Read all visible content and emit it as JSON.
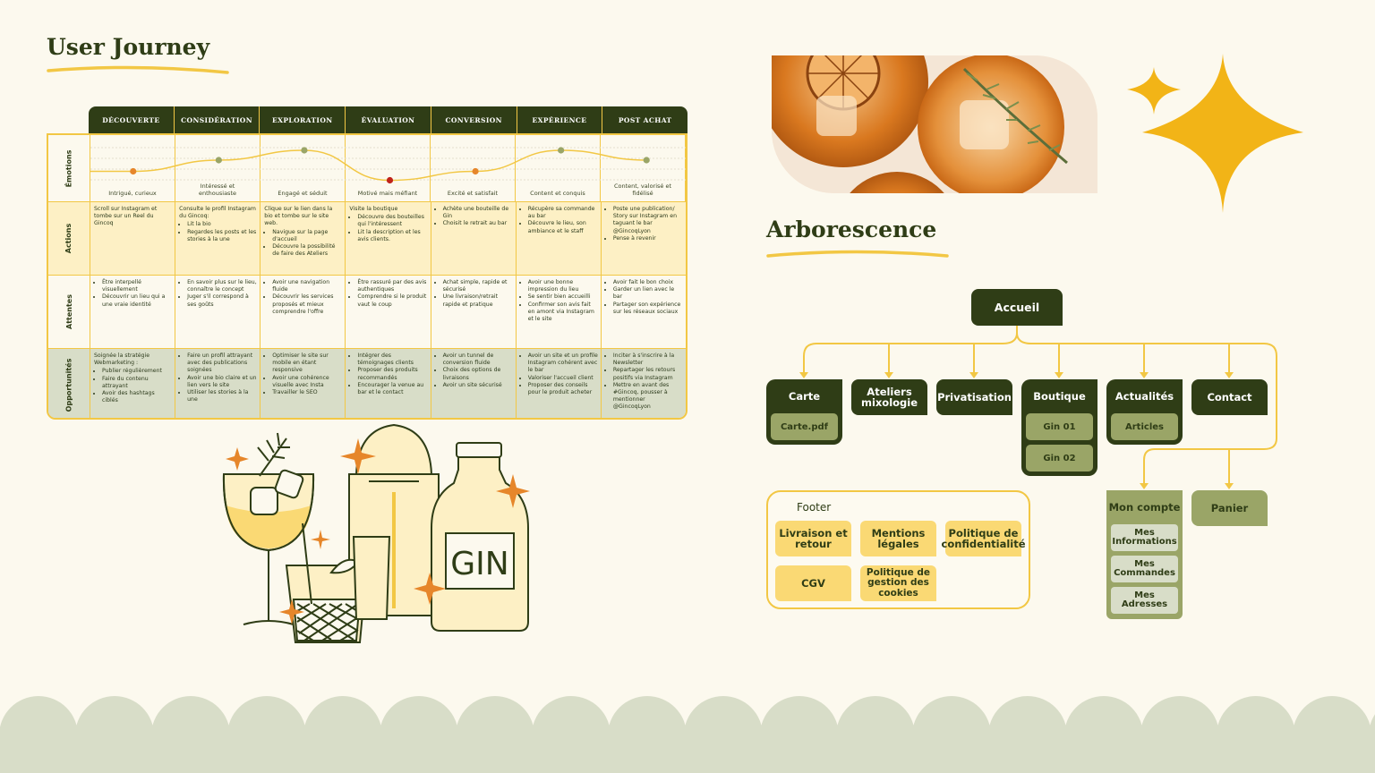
{
  "titles": {
    "user_journey": "User Journey",
    "arborescence": "Arborescence"
  },
  "stages": [
    "DÉCOUVERTE",
    "CONSIDÉRATION",
    "EXPLORATION",
    "ÉVALUATION",
    "CONVERSION",
    "EXPÉRIENCE",
    "POST ACHAT"
  ],
  "row_labels": {
    "emotions": "Émotions",
    "actions": "Actions",
    "attentes": "Attentes",
    "opportunites": "Opportunités"
  },
  "emotion_labels": [
    "Intrigué, curieux",
    "Intéressé et enthousiaste",
    "Engagé et séduit",
    "Motivé mais méfiant",
    "Excité et satisfait",
    "Content et conquis",
    "Content, valorisé et fidélisé"
  ],
  "emotion_levels": [
    0.35,
    0.6,
    0.82,
    0.15,
    0.35,
    0.82,
    0.6
  ],
  "emotion_colors": [
    "#e6862a",
    "#9aa567",
    "#9aa567",
    "#c0231a",
    "#e6862a",
    "#9aa567",
    "#9aa567"
  ],
  "actions": [
    {
      "intro": "Scroll sur Instagram et tombe sur un Reel du Gincoq",
      "items": []
    },
    {
      "intro": "Consulte le profil Instagram du Gincoq:",
      "items": [
        "Lit la bio",
        "Regardes les posts et les stories à la une"
      ]
    },
    {
      "intro": "Clique sur le lien dans la bio et tombe sur le site web.",
      "items": [
        "Navigue sur la page d'accueil",
        "Découvre la possibilité de faire des Ateliers"
      ]
    },
    {
      "intro": "Visite la boutique",
      "items": [
        "Découvre des bouteilles qui l'intéressent",
        "Lit la description et les avis clients."
      ]
    },
    {
      "intro": "",
      "items": [
        "Achète une bouteille de Gin",
        "Choisit le retrait au bar"
      ]
    },
    {
      "intro": "",
      "items": [
        "Récupère sa commande au bar",
        "Découvre le lieu, son ambiance et le staff"
      ]
    },
    {
      "intro": "",
      "items": [
        "Poste une publication/ Story sur Instagram en taguant le bar @GincoqLyon",
        "Pense à revenir"
      ]
    }
  ],
  "attentes": [
    {
      "intro": "",
      "items": [
        "Être interpellé visuellement",
        "Découvrir un lieu qui a une vraie identité"
      ]
    },
    {
      "intro": "",
      "items": [
        "En savoir plus sur le lieu, connaître le concept",
        "Juger s'il correspond à ses goûts"
      ]
    },
    {
      "intro": "",
      "items": [
        "Avoir une navigation fluide",
        "Découvrir les services proposés et mieux comprendre l'offre"
      ]
    },
    {
      "intro": "",
      "items": [
        "Être rassuré par des avis authentiques",
        "Comprendre si le produit vaut le coup"
      ]
    },
    {
      "intro": "",
      "items": [
        "Achat simple, rapide et sécurisé",
        "Une livraison/retrait rapide et pratique"
      ]
    },
    {
      "intro": "",
      "items": [
        "Avoir une bonne impression du lieu",
        "Se sentir bien accueilli",
        "Confirmer son avis fait en amont via Instagram et le site"
      ]
    },
    {
      "intro": "",
      "items": [
        "Avoir fait le bon choix",
        "Garder un lien avec le bar",
        "Partager son expérience sur les réseaux sociaux"
      ]
    }
  ],
  "opportunites": [
    {
      "intro": "Soignée la stratégie Webmarketing :",
      "items": [
        "Publier régulièrement",
        "Faire du contenu attrayant",
        "Avoir des hashtags ciblés"
      ]
    },
    {
      "intro": "",
      "items": [
        "Faire un profil attrayant avec des publications soignées",
        "Avoir une bio claire et un lien vers le site",
        "Utiliser les stories à la une"
      ]
    },
    {
      "intro": "",
      "items": [
        "Optimiser le site sur mobile en étant responsive",
        "Avoir une cohérence visuelle avec Insta",
        "Travailler le SEO"
      ]
    },
    {
      "intro": "",
      "items": [
        "Intégrer des témoignages clients",
        "Proposer des produits recommandés",
        "Encourager la venue au bar et le contact"
      ]
    },
    {
      "intro": "",
      "items": [
        "Avoir un tunnel de conversion fluide",
        "Choix des options de livraisons",
        "Avoir un site sécurisé"
      ]
    },
    {
      "intro": "",
      "items": [
        "Avoir un site et un profile Instagram cohérent avec le bar",
        "Valoriser l'accueil client",
        "Proposer des conseils pour le produit acheter"
      ]
    },
    {
      "intro": "",
      "items": [
        "Inciter à s'inscrire à la Newsletter",
        "Repartager les retours positifs via Instagram",
        "Mettre en avant des #Gincoq, pousser à mentionner @GincoqLyon"
      ]
    }
  ],
  "illustration": {
    "gin_label": "GIN"
  },
  "sitemap": {
    "root": "Accueil",
    "carte": "Carte",
    "carte_pdf": "Carte.pdf",
    "ateliers": "Ateliers mixologie",
    "privatisation": "Privatisation",
    "boutique": "Boutique",
    "gin01": "Gin 01",
    "gin02": "Gin 02",
    "actualites": "Actualités",
    "articles": "Articles",
    "contact": "Contact",
    "mon_compte": "Mon compte",
    "infos": "Mes Informations",
    "commandes": "Mes Commandes",
    "adresses": "Mes Adresses",
    "panier": "Panier",
    "footer": "Footer",
    "livraison": "Livraison et retour",
    "mentions": "Mentions légales",
    "politique_conf": "Politique de confidentialité",
    "cgv": "CGV",
    "politique_cookies": "Politique de gestion des cookies"
  },
  "colors": {
    "dark_green": "#2f3d16",
    "olive": "#9aa567",
    "yellow": "#f2c744",
    "orange": "#e6862a",
    "cream": "#fcf9ee",
    "sage": "#d8ddc8"
  }
}
